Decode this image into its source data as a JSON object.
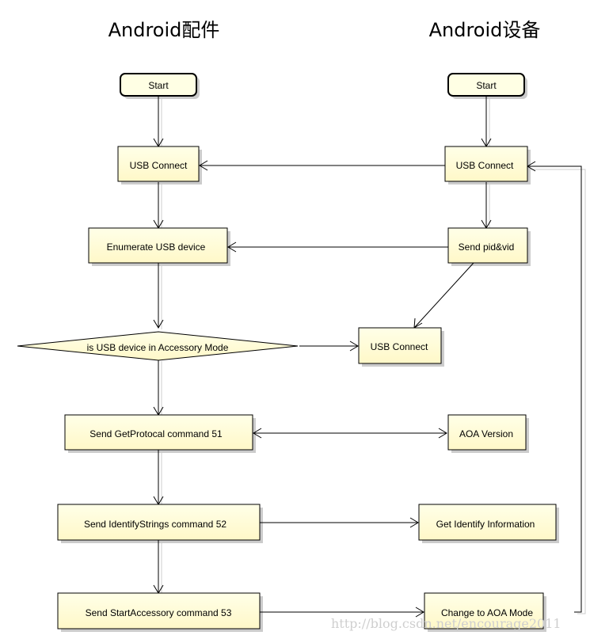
{
  "lanes": {
    "accessory": "Android配件",
    "device": "Android设备"
  },
  "nodes": {
    "start_accessory": "Start",
    "start_device": "Start",
    "usb_connect_accessory": "USB Connect",
    "usb_connect_device": "USB Connect",
    "enumerate_usb_device": "Enumerate USB device",
    "send_pid_vid": "Send pid&vid",
    "accessory_mode_decision": "is USB device in Accessory Mode",
    "usb_connect_result": "USB Connect",
    "send_getprotocol": "Send GetProtocal command 51",
    "aoa_version": "AOA Version",
    "send_identifystrings": "Send IdentifyStrings command 52",
    "get_identify_information": "Get Identify Information",
    "send_startaccessory": "Send StartAccessory command 53",
    "change_to_aoa_mode": "Change to AOA Mode"
  },
  "watermark": "http://blog.csdn.net/encourage2011",
  "colors": {
    "node_fill": "#ffffd7",
    "node_fill_start": "#ffffe4",
    "stroke": "#000000",
    "shadow": "#c8c8c8",
    "watermark": "#cfcfcf"
  }
}
